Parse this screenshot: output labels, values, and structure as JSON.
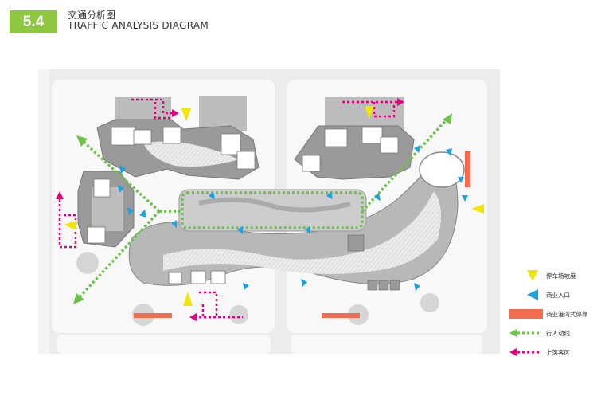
{
  "header": {
    "section_number": "5.4",
    "title_cn": "交通分析图",
    "title_en": "TRAFFIC ANALYSIS DIAGRAM"
  },
  "legend": [
    {
      "id": "ramp",
      "label": "停车场坡度",
      "symbol": "yellow-triangle",
      "color": "#f2e600"
    },
    {
      "id": "entrance",
      "label": "商业入口",
      "symbol": "blue-triangle",
      "color": "#1aa3e0"
    },
    {
      "id": "bay-parking",
      "label": "商业港湾式停靠",
      "symbol": "orange-bar",
      "color": "#f26c4f"
    },
    {
      "id": "pedestrian",
      "label": "行人动线",
      "symbol": "green-dotted-arrow",
      "color": "#6cc24a"
    },
    {
      "id": "dropoff",
      "label": "上落客区",
      "symbol": "magenta-dotted-arrow",
      "color": "#e6007e"
    }
  ],
  "colors": {
    "accent_green": "#8dc63f",
    "road": "#ececec",
    "block": "#f8f8f8",
    "building_dark": "#8a8a8a",
    "building_light": "#cfcfcf"
  }
}
